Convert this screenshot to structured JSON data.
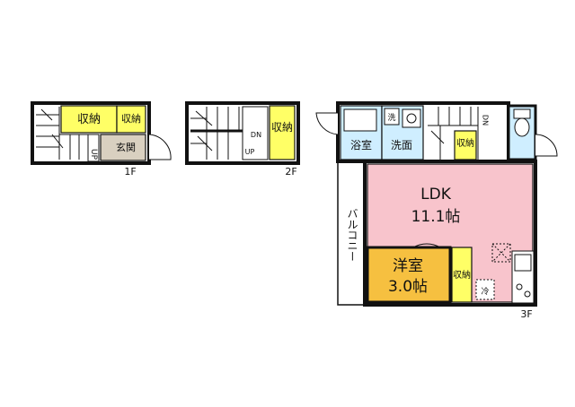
{
  "floors": {
    "f1": {
      "label": "1F",
      "storage_main": "収納",
      "storage_small": "収納",
      "entrance": "玄関",
      "stair_mark": "UP"
    },
    "f2": {
      "label": "2F",
      "storage": "収納",
      "stair_dn": "DN",
      "stair_up": "UP"
    },
    "f3": {
      "label": "3F",
      "ldk_name": "LDK",
      "ldk_size": "11.1帖",
      "western_name": "洋室",
      "western_size": "3.0帖",
      "bath": "浴室",
      "washroom": "洗面",
      "washer": "洗",
      "fridge": "冷",
      "storage_stair": "収納",
      "storage_western": "収納",
      "balcony": "バルコニー",
      "stair_dn": "DN"
    }
  },
  "colors": {
    "wall": "#111111",
    "storage": "#ffff66",
    "entrance": "#d9d0c0",
    "wet_area": "#cfeeff",
    "ldk": "#f8c4cc",
    "western": "#f6c040",
    "balcony": "#ffffff"
  }
}
